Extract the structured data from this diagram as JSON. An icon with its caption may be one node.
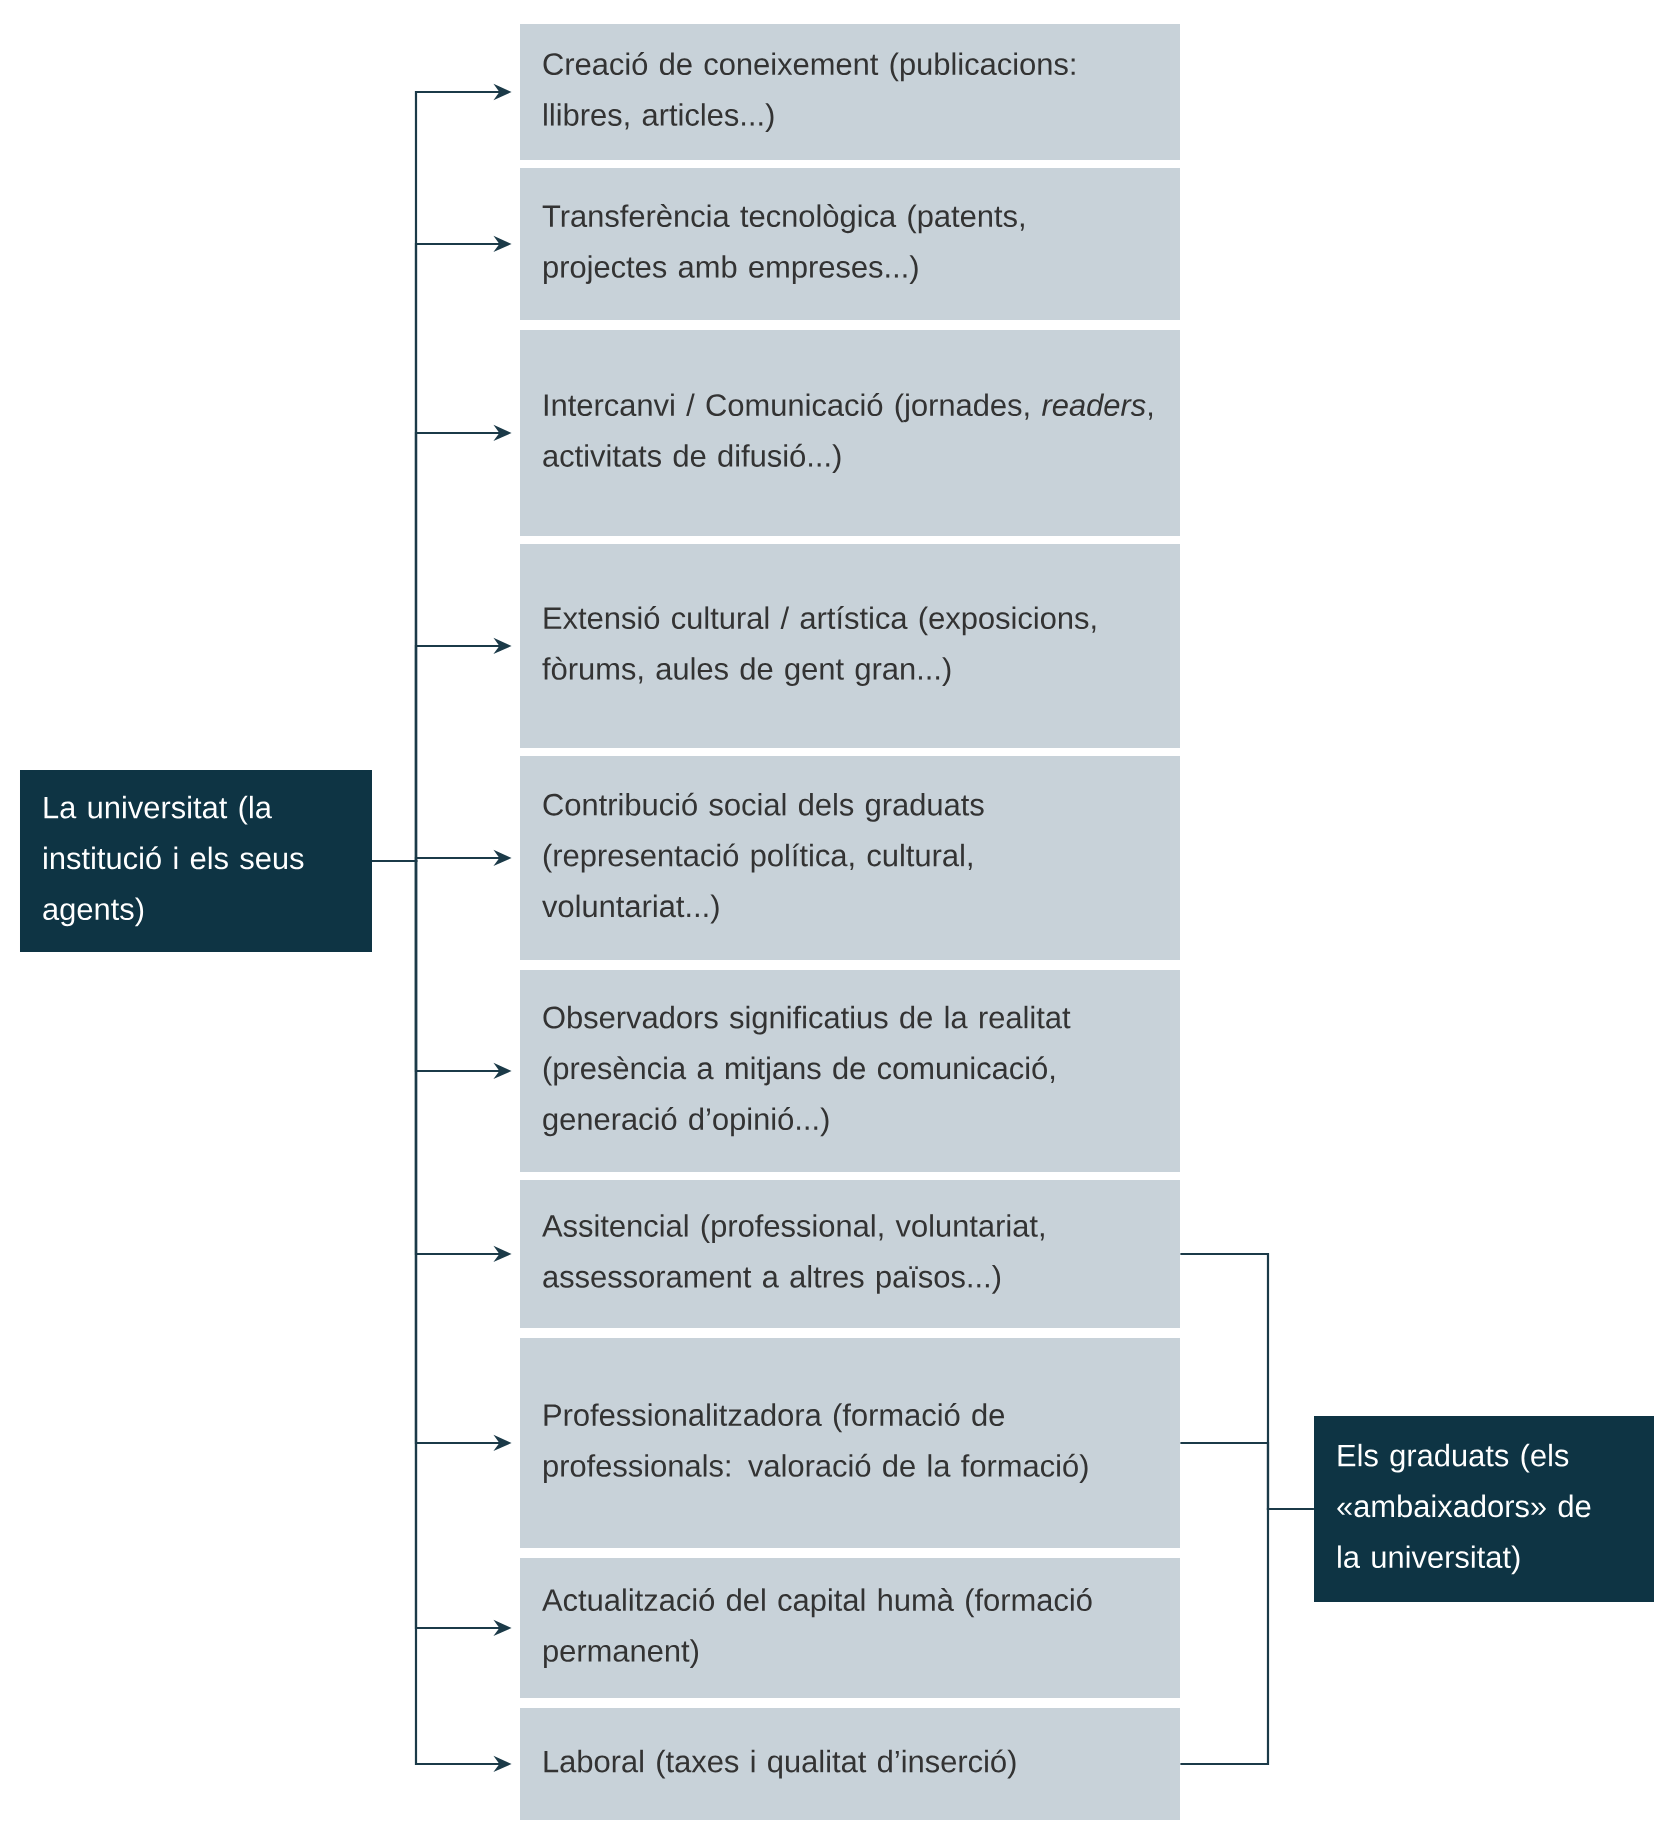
{
  "diagram": {
    "nodes": [
      {
        "text": [
          "La universitat (la institució i els seus agents)"
        ]
      },
      {
        "text": [
          "Creació de coneixement (publicacions: llibres, articles...)"
        ]
      },
      {
        "text": [
          "Transferència tecnològica (patents, projectes amb empreses...)"
        ]
      },
      {
        "text": [
          "Intercanvi / Comunicació (jornades, *readers*, activitats de difusió...)"
        ]
      },
      {
        "text": [
          "Extensió cultural / artística (exposicions, fòrums, aules de gent gran...)"
        ]
      },
      {
        "text": [
          "Contribució social dels graduats (representació política, cultural, voluntariat...)"
        ]
      },
      {
        "text": [
          "Observadors significatius de la realitat (presència a mitjans de comunicació, generació d’opinió...)"
        ]
      },
      {
        "text": [
          "Assitencial (professional, voluntariat, assessorament a altres països...)"
        ]
      },
      {
        "text": [
          "Professionalitzadora (formació de professionals: valoració de la formació)"
        ]
      },
      {
        "text": [
          "Actualització del capital humà (formació permanent)"
        ]
      },
      {
        "text": [
          "Laboral (taxes i qualitat d’inserció)"
        ]
      },
      {
        "text": [
          "Els graduats (els «ambaixadors» de la universitat)"
        ]
      }
    ],
    "edges": [
      {
        "from": 0,
        "to": 1,
        "arrow": "to"
      },
      {
        "from": 0,
        "to": 2,
        "arrow": "to"
      },
      {
        "from": 0,
        "to": 3,
        "arrow": "to"
      },
      {
        "from": 0,
        "to": 4,
        "arrow": "to"
      },
      {
        "from": 0,
        "to": 5,
        "arrow": "to"
      },
      {
        "from": 0,
        "to": 6,
        "arrow": "to"
      },
      {
        "from": 0,
        "to": 7,
        "arrow": "to"
      },
      {
        "from": 0,
        "to": 8,
        "arrow": "to"
      },
      {
        "from": 0,
        "to": 9,
        "arrow": "to"
      },
      {
        "from": 0,
        "to": 10,
        "arrow": "to"
      },
      {
        "from": 7,
        "to": 11,
        "arrow": "none"
      },
      {
        "from": 8,
        "to": 11,
        "arrow": "none"
      },
      {
        "from": 10,
        "to": 11,
        "arrow": "none"
      }
    ]
  }
}
